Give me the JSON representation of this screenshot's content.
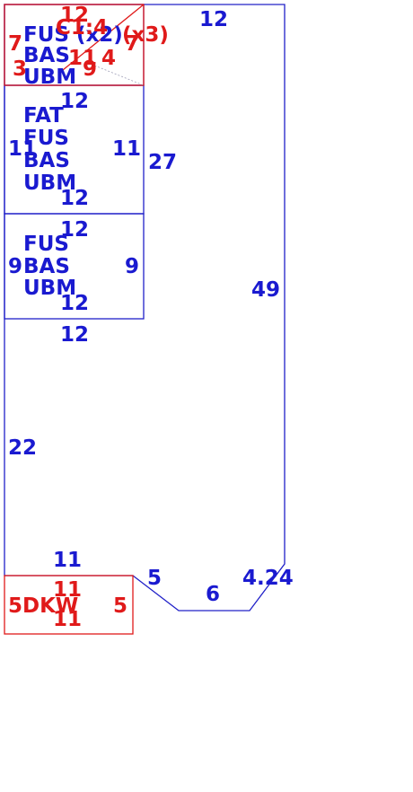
{
  "outline": {
    "top": "12",
    "left": "27",
    "right": "49",
    "bottom_left": "11",
    "chamfer_left": "5",
    "bottom_flat": "6",
    "chamfer_right": "4.24"
  },
  "room_top_red": {
    "top_dim": "12",
    "overlap_text": "C1:4",
    "left_dim": "7",
    "right_dim": "7",
    "left_lower_dim": "3",
    "inner_dim_a": "11",
    "inner_dim_b": "4",
    "mid_dim": "9",
    "tag_x3": "(x3)"
  },
  "room_top_labels": {
    "line1": "FUS (x2)",
    "line2": "BAS",
    "line3": "UBM"
  },
  "room_middle": {
    "top_dim": "12",
    "left_dim": "11",
    "right_dim": "11",
    "bottom_dim": "12",
    "line1": "FAT",
    "line2": "FUS",
    "line3": "BAS",
    "line4": "UBM"
  },
  "room_lower": {
    "top_dim": "12",
    "left_dim": "9",
    "right_dim": "9",
    "bottom_dim": "12",
    "line1": "FUS",
    "line2": "BAS",
    "line3": "UBM"
  },
  "open_area": {
    "top_dim": "12",
    "left_dim": "22"
  },
  "deck": {
    "top_dim": "11",
    "label": "5DKW",
    "right_dim": "5",
    "bottom_dim": "11"
  }
}
